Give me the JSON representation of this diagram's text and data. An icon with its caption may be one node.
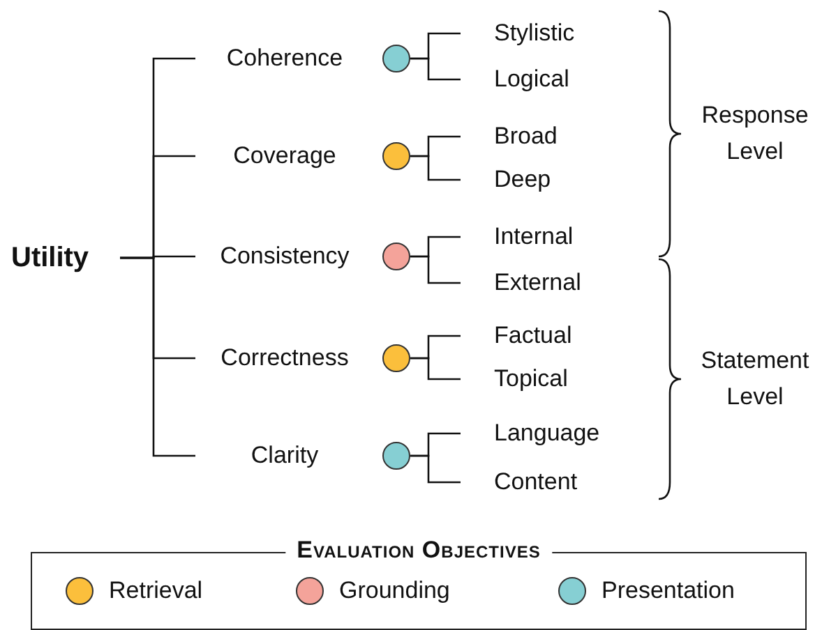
{
  "diagram": {
    "nodes": [
      {
        "text": [
          "Utility"
        ]
      },
      {
        "text": [
          "Coherence"
        ]
      },
      {
        "text": [],
        "shape": "circle"
      },
      {
        "text": [
          "Stylistic"
        ]
      },
      {
        "text": [
          "Logical"
        ]
      },
      {
        "text": [
          "Coverage"
        ]
      },
      {
        "text": [],
        "shape": "circle"
      },
      {
        "text": [
          "Broad"
        ]
      },
      {
        "text": [
          "Deep"
        ]
      },
      {
        "text": [
          "Consistency"
        ]
      },
      {
        "text": [],
        "shape": "circle"
      },
      {
        "text": [
          "Internal"
        ]
      },
      {
        "text": [
          "External"
        ]
      },
      {
        "text": [
          "Correctness"
        ]
      },
      {
        "text": [],
        "shape": "circle"
      },
      {
        "text": [
          "Factual"
        ]
      },
      {
        "text": [
          "Topical"
        ]
      },
      {
        "text": [
          "Clarity"
        ]
      },
      {
        "text": [],
        "shape": "circle"
      },
      {
        "text": [
          "Language"
        ]
      },
      {
        "text": [
          "Content"
        ]
      }
    ],
    "edges": [
      {
        "from": 0,
        "to": 1,
        "arrow": "none"
      },
      {
        "from": 0,
        "to": 5,
        "arrow": "none"
      },
      {
        "from": 0,
        "to": 9,
        "arrow": "none"
      },
      {
        "from": 0,
        "to": 13,
        "arrow": "none"
      },
      {
        "from": 0,
        "to": 17,
        "arrow": "none"
      },
      {
        "from": 2,
        "to": 3,
        "arrow": "none"
      },
      {
        "from": 2,
        "to": 4,
        "arrow": "none"
      },
      {
        "from": 6,
        "to": 7,
        "arrow": "none"
      },
      {
        "from": 6,
        "to": 8,
        "arrow": "none"
      },
      {
        "from": 10,
        "to": 11,
        "arrow": "none"
      },
      {
        "from": 10,
        "to": 12,
        "arrow": "none"
      },
      {
        "from": 14,
        "to": 15,
        "arrow": "none"
      },
      {
        "from": 14,
        "to": 16,
        "arrow": "none"
      },
      {
        "from": 18,
        "to": 19,
        "arrow": "none"
      },
      {
        "from": 18,
        "to": 20,
        "arrow": "none"
      }
    ],
    "labels": [
      "Response Level",
      "Statement Level",
      "Evaluation Objectives"
    ],
    "legend": [
      {
        "text": "Retrieval",
        "color": "#fbbf3c"
      },
      {
        "text": "Grounding",
        "color": "#f4a39a"
      },
      {
        "text": "Presentation",
        "color": "#86cfd3"
      }
    ]
  }
}
